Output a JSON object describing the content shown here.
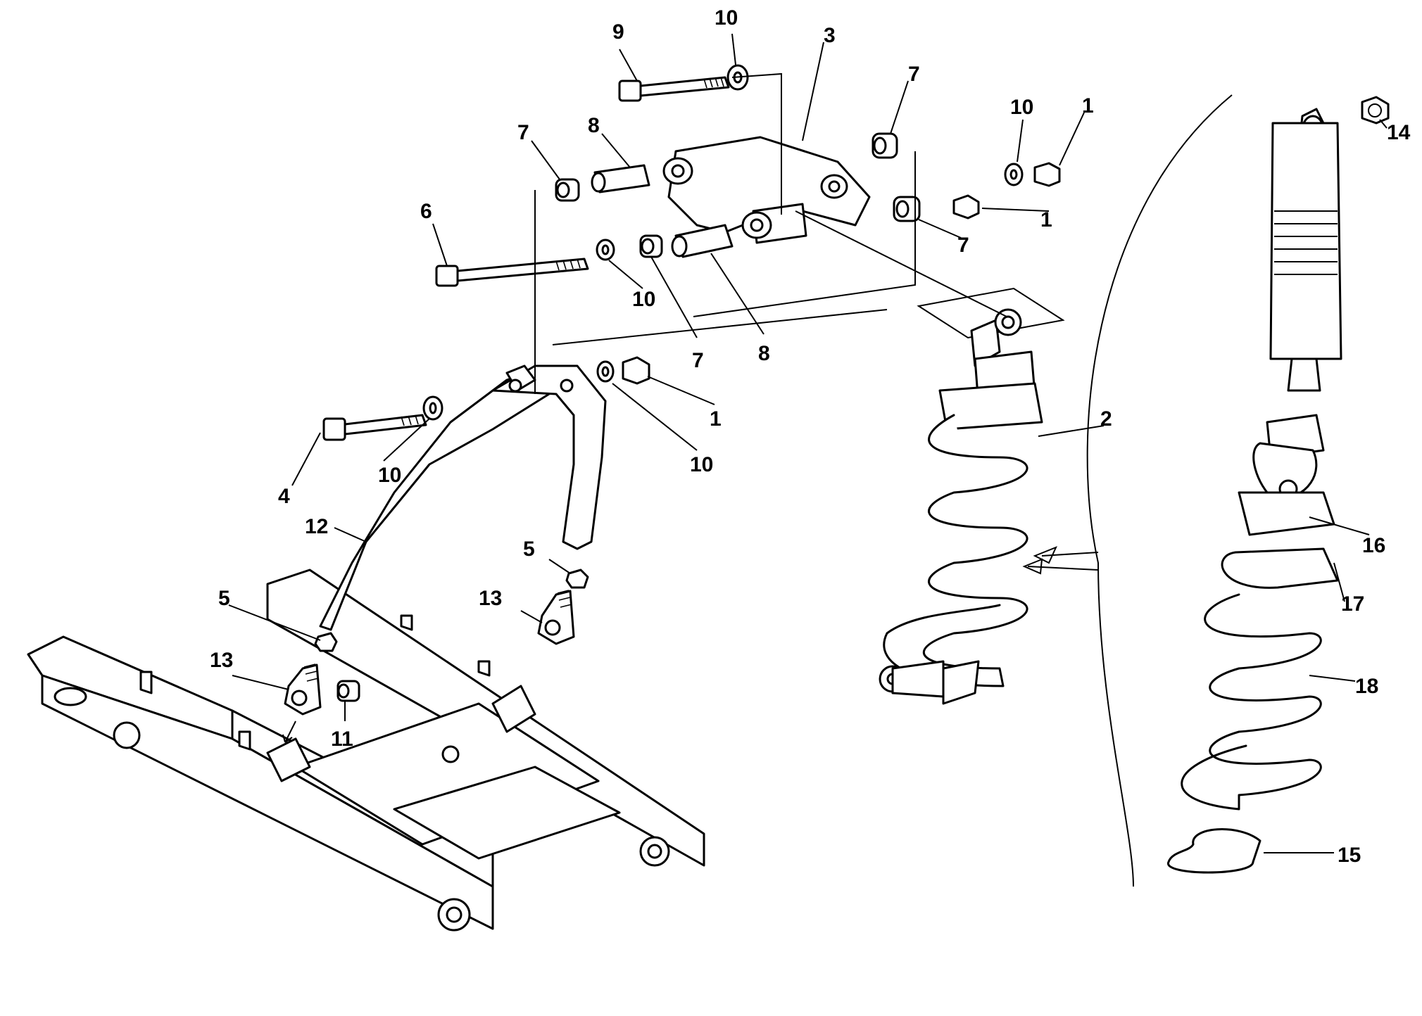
{
  "diagram": {
    "labels": [
      {
        "id": "c9",
        "text": "9"
      },
      {
        "id": "c10a",
        "text": "10"
      },
      {
        "id": "c3",
        "text": "3"
      },
      {
        "id": "c7a",
        "text": "7"
      },
      {
        "id": "c10b",
        "text": "10"
      },
      {
        "id": "c1a",
        "text": "1"
      },
      {
        "id": "c14",
        "text": "14"
      },
      {
        "id": "c7b",
        "text": "7"
      },
      {
        "id": "c8a",
        "text": "8"
      },
      {
        "id": "c6",
        "text": "6"
      },
      {
        "id": "c1b",
        "text": "1"
      },
      {
        "id": "c7c",
        "text": "7"
      },
      {
        "id": "c10c",
        "text": "10"
      },
      {
        "id": "c7d",
        "text": "7"
      },
      {
        "id": "c8b",
        "text": "8"
      },
      {
        "id": "c1c",
        "text": "1"
      },
      {
        "id": "c2",
        "text": "2"
      },
      {
        "id": "c10d",
        "text": "10"
      },
      {
        "id": "c10e",
        "text": "10"
      },
      {
        "id": "c4",
        "text": "4"
      },
      {
        "id": "c12",
        "text": "12"
      },
      {
        "id": "c16",
        "text": "16"
      },
      {
        "id": "c5a",
        "text": "5"
      },
      {
        "id": "c13a",
        "text": "13"
      },
      {
        "id": "c5b",
        "text": "5"
      },
      {
        "id": "c17",
        "text": "17"
      },
      {
        "id": "c13b",
        "text": "13"
      },
      {
        "id": "c18",
        "text": "18"
      },
      {
        "id": "c11",
        "text": "11"
      },
      {
        "id": "c15",
        "text": "15"
      }
    ]
  }
}
